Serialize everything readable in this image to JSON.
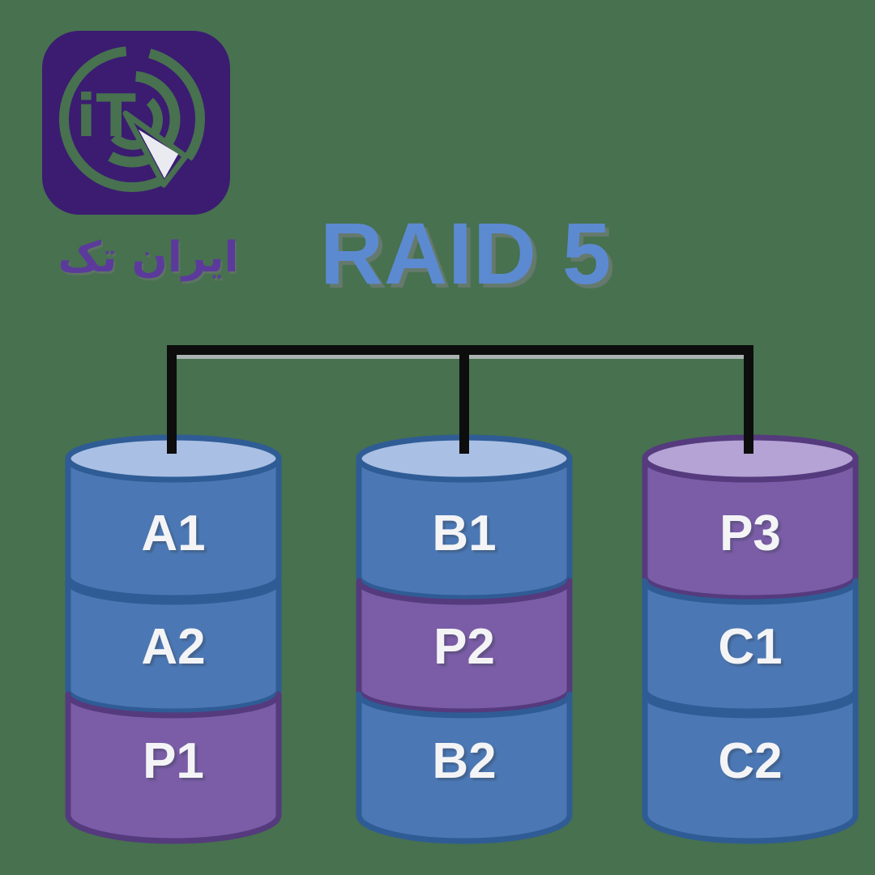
{
  "background_color": "#47714f",
  "logo": {
    "badge_color": "#3b1c71",
    "monogram": "iT",
    "brand_text": "ایران تک",
    "brand_color": "#5b3a9c"
  },
  "title": {
    "text": "RAID 5",
    "color": "#5c8ad1"
  },
  "diagram": {
    "connector_color": "#0d0d0d",
    "colors": {
      "data_fill": "#4b78b4",
      "data_stroke": "#2f5c95",
      "data_lid": "#a9bfe4",
      "parity_fill": "#7a5da6",
      "parity_stroke": "#553a7e",
      "parity_lid": "#b4a3d4",
      "label_color": "#f4f4f6"
    },
    "disks": [
      {
        "name": "disk-1",
        "segments": [
          {
            "label": "A1",
            "type": "data"
          },
          {
            "label": "A2",
            "type": "data"
          },
          {
            "label": "P1",
            "type": "parity"
          }
        ]
      },
      {
        "name": "disk-2",
        "segments": [
          {
            "label": "B1",
            "type": "data"
          },
          {
            "label": "P2",
            "type": "parity"
          },
          {
            "label": "B2",
            "type": "data"
          }
        ]
      },
      {
        "name": "disk-3",
        "segments": [
          {
            "label": "P3",
            "type": "parity"
          },
          {
            "label": "C1",
            "type": "data"
          },
          {
            "label": "C2",
            "type": "data"
          }
        ]
      }
    ]
  }
}
